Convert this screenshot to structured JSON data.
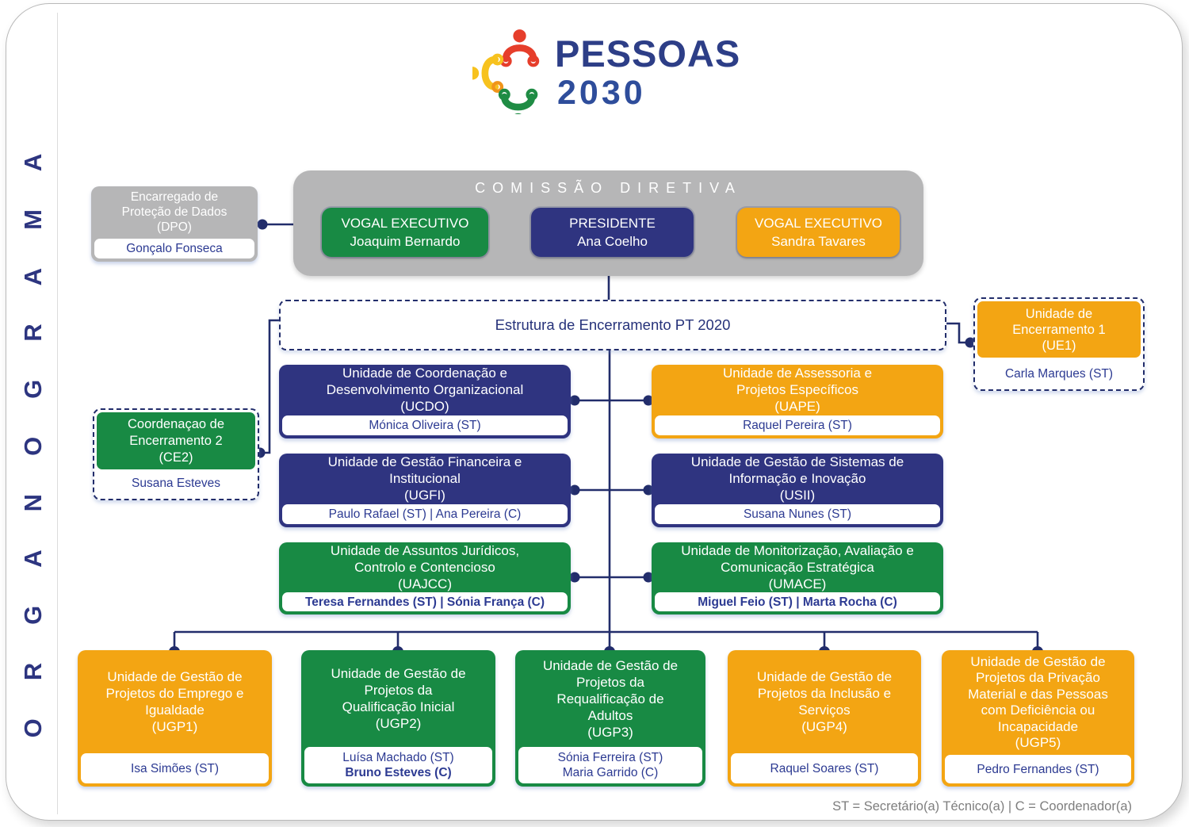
{
  "page": {
    "vertical_title": "ORGANOGRAMA",
    "legend": "ST = Secretário(a) Técnico(a) | C = Coordenador(a)"
  },
  "logo": {
    "title": "PESSOAS",
    "year": "2030"
  },
  "commission": {
    "title": "COMISSÃO DIRETIVA",
    "members": [
      {
        "role": "VOGAL EXECUTIVO",
        "name": "Joaquim Bernardo",
        "color": "green"
      },
      {
        "role": "PRESIDENTE",
        "name": "Ana Coelho",
        "color": "navy"
      },
      {
        "role": "VOGAL EXECUTIVO",
        "name": "Sandra Tavares",
        "color": "orange"
      }
    ]
  },
  "dpo": {
    "title": "Encarregado de\nProteção de Dados\n(DPO)",
    "name": "Gonçalo Fonseca",
    "color": "gray"
  },
  "estrutura": {
    "title": "Estrutura de Encerramento PT 2020"
  },
  "ue1": {
    "title": "Unidade de\nEncerramento 1\n(UE1)",
    "name": "Carla Marques (ST)",
    "color": "orange"
  },
  "ce2": {
    "title": "Coordenaçao de\nEncerramento 2\n(CE2)",
    "name": "Susana Esteves",
    "color": "green"
  },
  "units": [
    {
      "id": "UCDO",
      "title": "Unidade de Coordenação e\nDesenvolvimento Organizacional\n(UCDO)",
      "name": "Mónica Oliveira (ST)",
      "color": "navy"
    },
    {
      "id": "UAPE",
      "title": "Unidade de Assessoria e\nProjetos Específicos\n(UAPE)",
      "name": "Raquel Pereira (ST)",
      "color": "orange"
    },
    {
      "id": "UGFI",
      "title": "Unidade de Gestão Financeira e\nInstitucional\n(UGFI)",
      "name": "Paulo Rafael (ST) | Ana Pereira (C)",
      "color": "navy"
    },
    {
      "id": "USII",
      "title": "Unidade de Gestão de Sistemas de\nInformação e Inovação\n(USII)",
      "name": "Susana Nunes (ST)",
      "color": "navy"
    },
    {
      "id": "UAJCC",
      "title": "Unidade de Assuntos Jurídicos,\nControlo e Contencioso\n(UAJCC)",
      "name": "Teresa Fernandes (ST) | Sónia França (C)",
      "color": "green"
    },
    {
      "id": "UMACE",
      "title": "Unidade de Monitorização, Avaliação e\nComunicação Estratégica\n(UMACE)",
      "name": "Miguel Feio (ST) | Marta Rocha (C)",
      "color": "green"
    }
  ],
  "ugp_units": [
    {
      "id": "UGP1",
      "title": "Unidade de Gestão de\nProjetos do Emprego e\nIgualdade\n(UGP1)",
      "name": "Isa Simões (ST)",
      "color": "orange"
    },
    {
      "id": "UGP2",
      "title": "Unidade de Gestão de\nProjetos da\nQualificação Inicial\n(UGP2)",
      "name": "Luísa Machado (ST)",
      "name2": "Bruno Esteves (C)",
      "color": "green"
    },
    {
      "id": "UGP3",
      "title": "Unidade de Gestão de\nProjetos da\nRequalificação de\nAdultos\n(UGP3)",
      "name": "Sónia Ferreira (ST)",
      "name2": "Maria Garrido (C)",
      "color": "green"
    },
    {
      "id": "UGP4",
      "title": "Unidade de Gestão de\nProjetos da Inclusão e\nServiços\n(UGP4)",
      "name": "Raquel Soares (ST)",
      "color": "orange"
    },
    {
      "id": "UGP5",
      "title": "Unidade de Gestão de\nProjetos da Privação\nMaterial e das Pessoas\ncom Deficiência ou\nIncapacidade\n(UGP5)",
      "name": "Pedro Fernandes (ST)",
      "color": "orange"
    }
  ],
  "colors": {
    "navy": "#2F3480",
    "green": "#188A44",
    "orange": "#F3A513",
    "gray": "#B6B6B7",
    "line": "#222D6B",
    "name_text": "#2C3A92"
  }
}
